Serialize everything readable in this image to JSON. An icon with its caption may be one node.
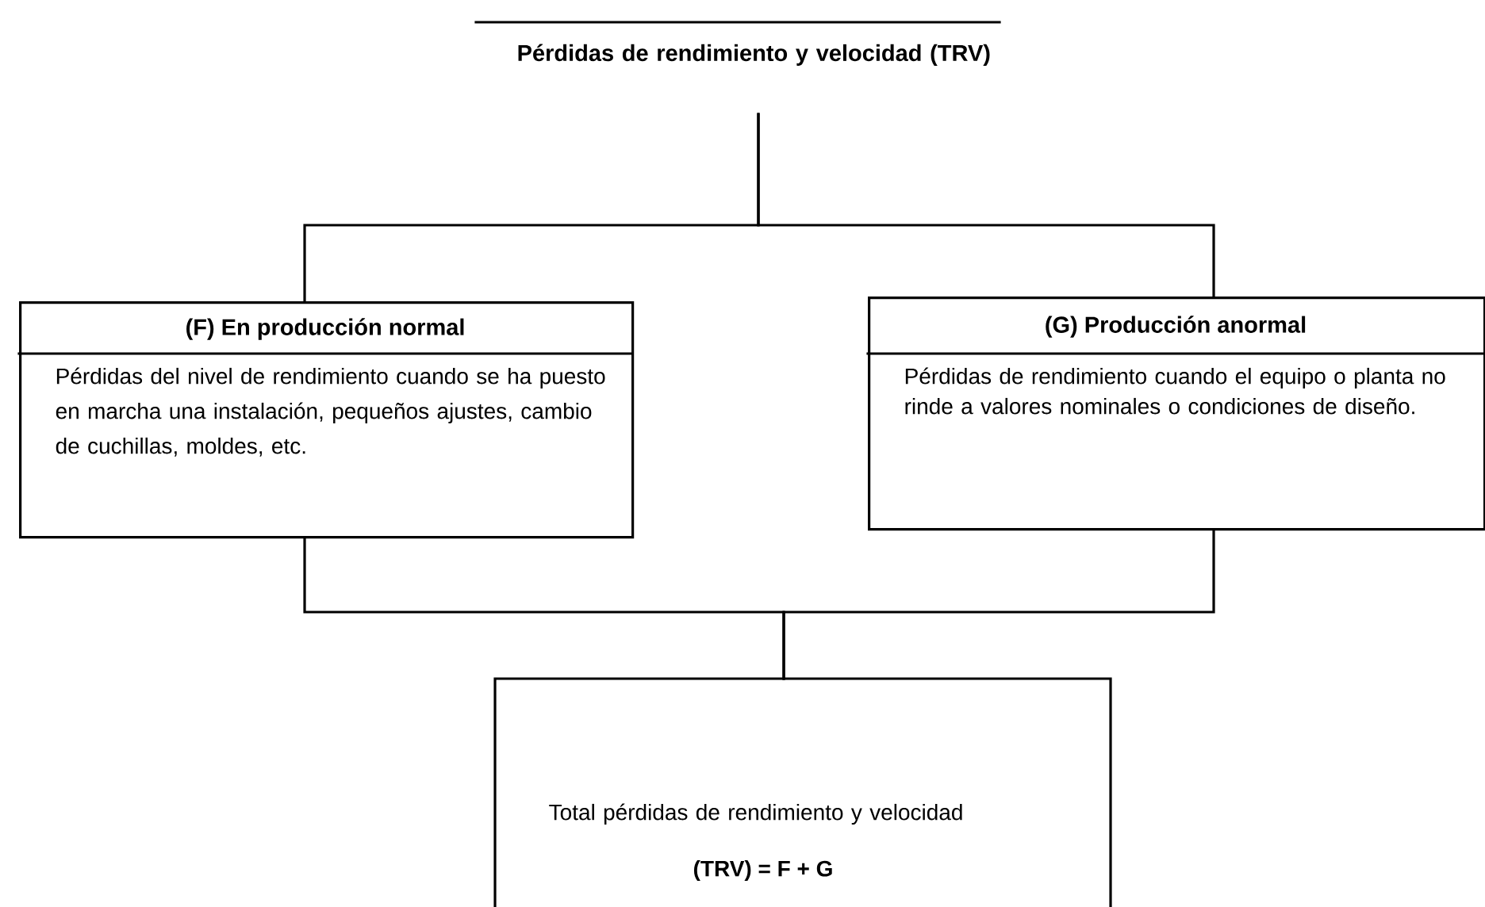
{
  "diagram": {
    "nodes": [
      {
        "text": [
          "Pérdidas de rendimiento y velocidad (TRV)"
        ]
      },
      {
        "text": [
          "(F) En producción normal",
          "Pérdidas del nivel de rendimiento cuando se ha puesto en marcha una instalación, pequeños ajustes, cambio de cuchillas, moldes, etc."
        ]
      },
      {
        "text": [
          "(G) Producción anormal",
          "Pérdidas de rendimiento cuando el equipo o planta no rinde a valores nominales o condiciones de diseño."
        ]
      },
      {
        "text": [
          "Total pérdidas de rendimiento y velocidad",
          "(TRV) = F + G"
        ]
      }
    ],
    "edges": [
      {
        "from": 0,
        "to": 1,
        "arrow": "none"
      },
      {
        "from": 0,
        "to": 2,
        "arrow": "none"
      },
      {
        "from": 1,
        "to": 3,
        "arrow": "none"
      },
      {
        "from": 2,
        "to": 3,
        "arrow": "none"
      }
    ]
  }
}
